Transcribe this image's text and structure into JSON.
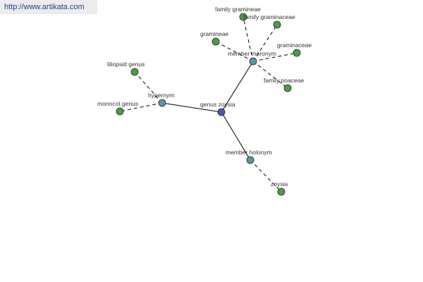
{
  "source": {
    "url": "http://www.artikata.com"
  },
  "graph": {
    "colors": {
      "root": "#4a55a8",
      "relation": "#5a95a0",
      "leaf": "#4f9a4a",
      "solid_edge": "#000000",
      "dashed_edge": "#000000"
    },
    "nodes": [
      {
        "id": "genus-zoysia",
        "label": "genus zoysia",
        "kind": "root"
      },
      {
        "id": "hypernym",
        "label": "hypernym",
        "kind": "relation"
      },
      {
        "id": "member-meronym",
        "label": "member meronym",
        "kind": "relation"
      },
      {
        "id": "member-holonym",
        "label": "member holonym",
        "kind": "relation"
      },
      {
        "id": "liliopsid-genus",
        "label": "liliopsid genus",
        "kind": "leaf"
      },
      {
        "id": "monocot-genus",
        "label": "monocot genus",
        "kind": "leaf"
      },
      {
        "id": "family-gramineae",
        "label": "family gramineae",
        "kind": "leaf"
      },
      {
        "id": "family-graminaceae",
        "label": "family graminaceae",
        "kind": "leaf"
      },
      {
        "id": "gramineae",
        "label": "gramineae",
        "kind": "leaf"
      },
      {
        "id": "graminaceae",
        "label": "graminaceae",
        "kind": "leaf"
      },
      {
        "id": "family-poaceae",
        "label": "family poaceae",
        "kind": "leaf"
      },
      {
        "id": "zoysia",
        "label": "zoysia",
        "kind": "leaf"
      }
    ],
    "edges": [
      {
        "from": "genus-zoysia",
        "to": "hypernym",
        "style": "solid"
      },
      {
        "from": "genus-zoysia",
        "to": "member-meronym",
        "style": "solid"
      },
      {
        "from": "genus-zoysia",
        "to": "member-holonym",
        "style": "solid"
      },
      {
        "from": "hypernym",
        "to": "liliopsid-genus",
        "style": "dashed"
      },
      {
        "from": "hypernym",
        "to": "monocot-genus",
        "style": "dashed"
      },
      {
        "from": "member-meronym",
        "to": "family-gramineae",
        "style": "dashed"
      },
      {
        "from": "member-meronym",
        "to": "family-graminaceae",
        "style": "dashed"
      },
      {
        "from": "member-meronym",
        "to": "gramineae",
        "style": "dashed"
      },
      {
        "from": "member-meronym",
        "to": "graminaceae",
        "style": "dashed"
      },
      {
        "from": "member-meronym",
        "to": "family-poaceae",
        "style": "dashed"
      },
      {
        "from": "member-holonym",
        "to": "zoysia",
        "style": "dashed"
      }
    ]
  }
}
